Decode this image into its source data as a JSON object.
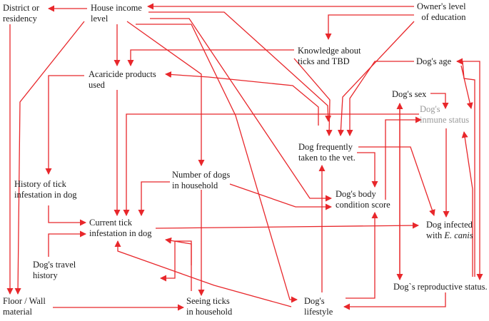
{
  "nodes": {
    "district": {
      "lines": [
        "District or",
        "residency"
      ]
    },
    "house_income": {
      "lines": [
        "House income",
        "level"
      ]
    },
    "owner_education": {
      "lines": [
        "Owner's level",
        "of education"
      ]
    },
    "knowledge": {
      "lines": [
        "Knowledge about",
        "ticks and TBD"
      ]
    },
    "acaricide": {
      "lines": [
        "Acaricide products",
        "used"
      ]
    },
    "dog_age": {
      "lines": [
        "Dog's age"
      ]
    },
    "dog_sex": {
      "lines": [
        "Dog's sex"
      ]
    },
    "immune": {
      "lines": [
        "Dog's",
        "inmune status"
      ]
    },
    "vet": {
      "lines": [
        "Dog frequently",
        "taken to the vet."
      ]
    },
    "history_tick": {
      "lines": [
        "History of tick",
        "infestation in dog"
      ]
    },
    "num_dogs": {
      "lines": [
        "Number of dogs",
        "in household"
      ]
    },
    "body_condition": {
      "lines": [
        "Dog's body",
        "condition score"
      ]
    },
    "current_tick": {
      "lines": [
        "Current tick",
        "infestation in dog"
      ]
    },
    "infected": {
      "line1": "Dog infected",
      "line2_prefix": "with ",
      "line2_italic": "E. canis"
    },
    "travel": {
      "lines": [
        "Dog's travel",
        "history"
      ]
    },
    "floor_wall": {
      "lines": [
        "Floor / Wall",
        "material"
      ]
    },
    "seeing_ticks": {
      "lines": [
        "Seeing ticks",
        "in household"
      ]
    },
    "lifestyle": {
      "lines": [
        "Dog's",
        "lifestyle"
      ]
    },
    "reproductive": {
      "lines": [
        "Dog`s reproductive status."
      ]
    }
  },
  "colors": {
    "edge": "#e8272b",
    "text": "#1a1a1a",
    "muted_text": "#9a9a9a"
  }
}
